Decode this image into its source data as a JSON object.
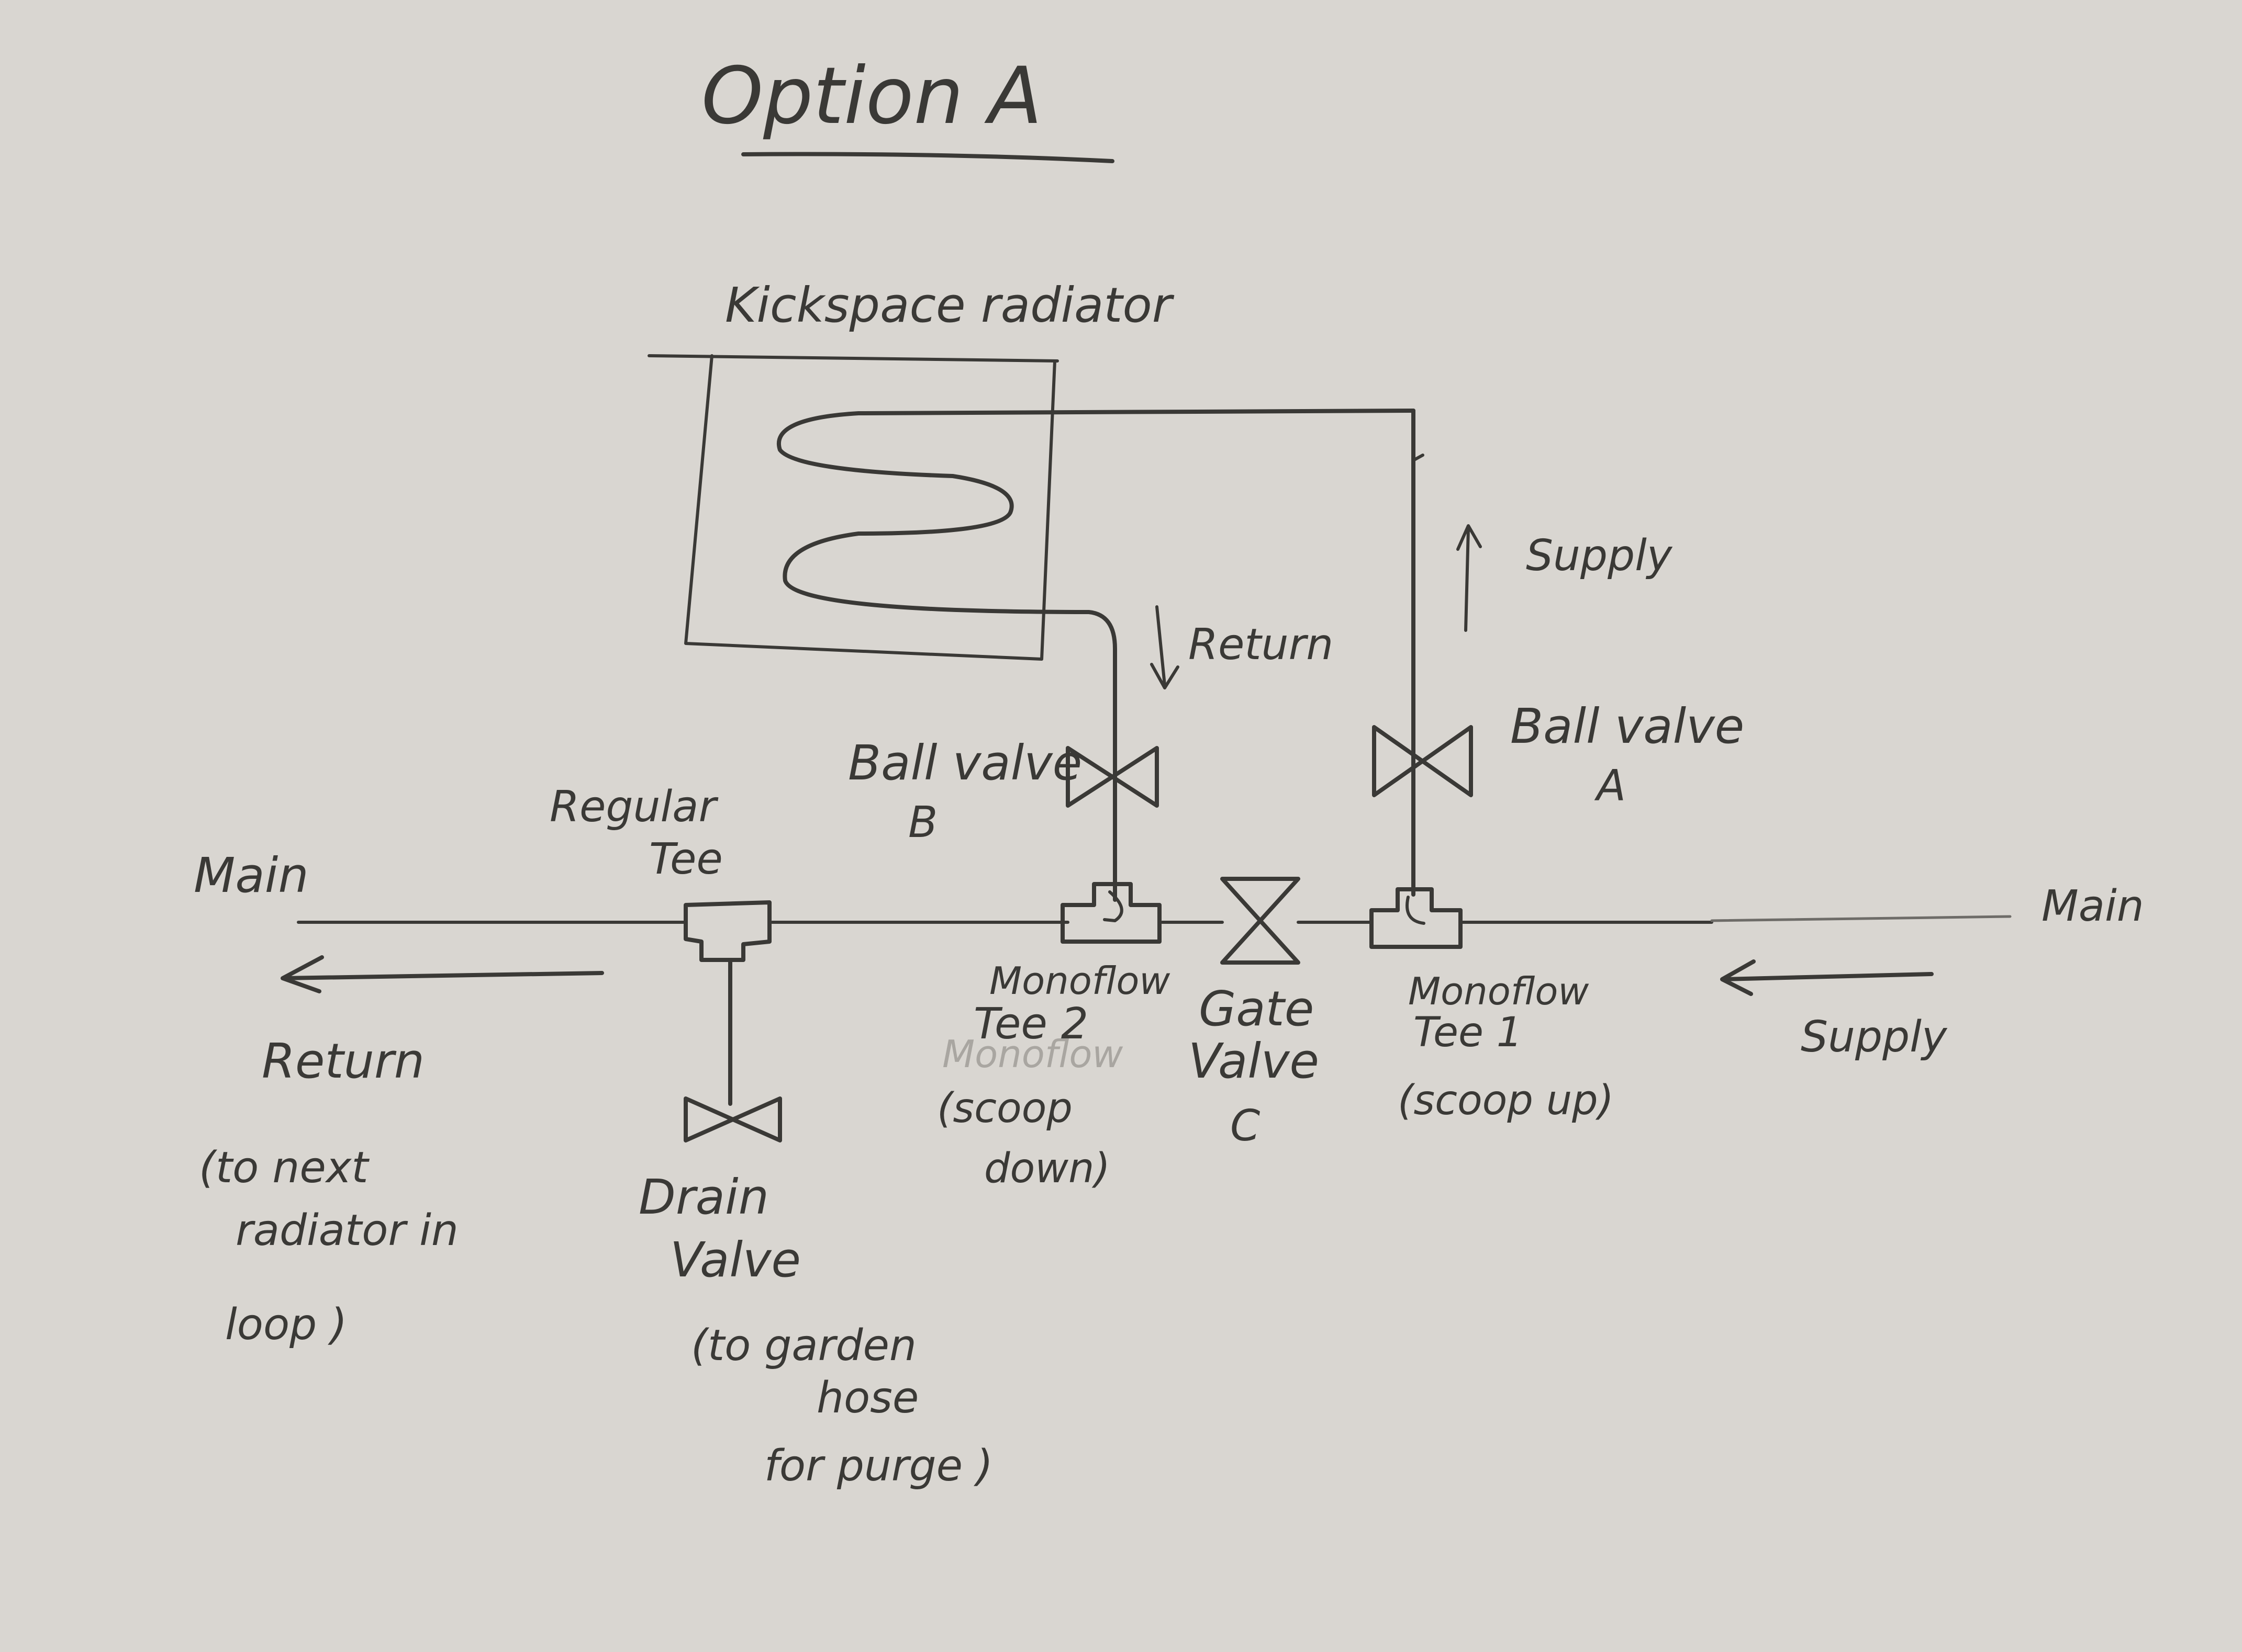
{
  "title": "Option A",
  "labels": {
    "radiator": "Kickspace radiator",
    "return_arrow_label": "Return",
    "supply_arrow_label": "Supply",
    "ball_valve_a": [
      "Ball valve",
      "A"
    ],
    "ball_valve_b": [
      "Ball valve",
      "B"
    ],
    "regular_tee": [
      "Regular",
      "Tee"
    ],
    "main_left": "Main",
    "main_right": "Main",
    "monoflow_tee_2": [
      "Monoflow",
      "Tee 2",
      "(scoop",
      "down)"
    ],
    "monoflow_faint": "Monoflow",
    "gate_valve": [
      "Gate",
      "Valve",
      "C"
    ],
    "monoflow_tee_1": [
      "Monoflow",
      "Tee 1",
      "(scoop up)"
    ],
    "return_main": [
      "Return",
      "(to next",
      "radiator in",
      "loop )"
    ],
    "drain_valve": [
      "Drain",
      "Valve",
      "(to garden",
      "hose",
      "for purge )"
    ],
    "supply_main": "Supply"
  },
  "colors": {
    "paper": "#d9d6d1",
    "ink": "#3a3936"
  }
}
